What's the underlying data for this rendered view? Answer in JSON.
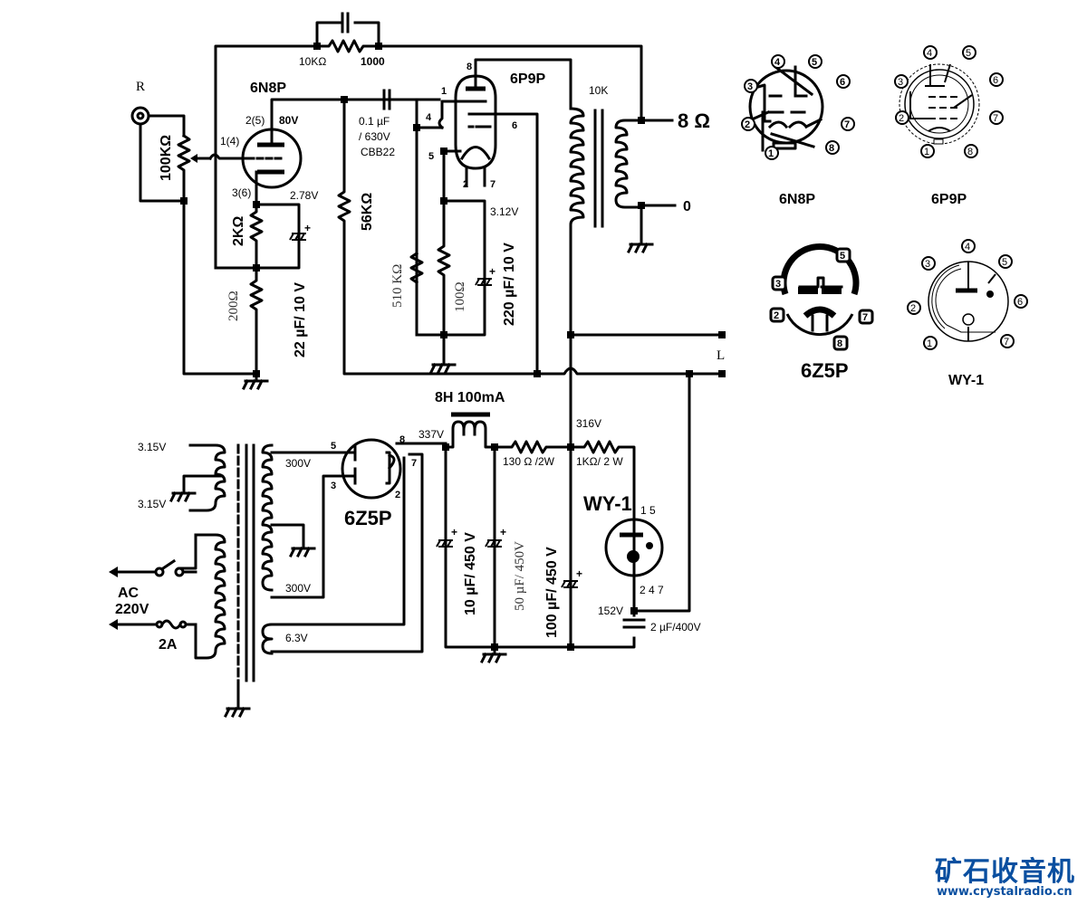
{
  "schematic": {
    "input_label": "R",
    "output_label": "L",
    "tubes": {
      "preamp": {
        "name": "6N8P",
        "pin_plate": "2(5)",
        "pin_grid": "1(4)",
        "pin_cathode": "3(6)",
        "plate_voltage": "80V",
        "cathode_voltage": "2.78V"
      },
      "power": {
        "name": "6P9P",
        "pins": [
          "8",
          "1",
          "4",
          "6",
          "5",
          "2",
          "7"
        ],
        "cathode_voltage": "3.12V"
      },
      "rectifier": {
        "name": "6Z5P",
        "pins": [
          "5",
          "3",
          "8",
          "7",
          "2"
        ]
      },
      "regulator": {
        "name": "WY-1",
        "pins_top": "1 5",
        "pins_bottom": "2 4 7"
      }
    },
    "components": {
      "volume_pot": "100KΩ",
      "fb_resistor": "10KΩ",
      "fb_cap": "1000",
      "pre_cathode_r": "2KΩ",
      "pre_cathode_r2": "200Ω",
      "pre_cathode_c": "22 µF/ 10 V",
      "plate_load": "56KΩ",
      "coupling_cap_value": "0.1 µF",
      "coupling_cap_rating": "/ 630V",
      "coupling_cap_type": "CBB22",
      "grid_leak": "510 KΩ",
      "power_cathode_r": "100Ω",
      "power_cathode_c": "220 µF/ 10 V",
      "output_xfmr": "10K",
      "spk_8ohm": "8 Ω",
      "spk_0": "0",
      "choke": "8H 100mA",
      "rect_out_v": "337V",
      "filter1": "10 µF/ 450 V",
      "filter2": "50 µF/ 450V",
      "filter3": "100 µF/ 450 V",
      "r_130": "130 Ω /2W",
      "r_1k": "1KΩ/ 2 W",
      "b_plus": "316V",
      "reg_v": "152V",
      "reg_cap": "2 µF/400V"
    },
    "power_xfmr": {
      "fil1": "3.15V",
      "fil2": "3.15V",
      "hv1": "300V",
      "hv2": "300V",
      "heater": "6.3V",
      "ac_in": "AC",
      "ac_v": "220V",
      "fuse": "2A"
    },
    "pinouts": [
      {
        "name": "6N8P",
        "pins": [
          "1",
          "2",
          "3",
          "4",
          "5",
          "6",
          "7",
          "8"
        ]
      },
      {
        "name": "6P9P",
        "pins": [
          "1",
          "2",
          "3",
          "4",
          "5",
          "6",
          "7",
          "8"
        ]
      },
      {
        "name": "6Z5P",
        "pins": [
          "2",
          "3",
          "5",
          "7",
          "8"
        ]
      },
      {
        "name": "WY-1",
        "pins": [
          "1",
          "2",
          "3",
          "4",
          "5",
          "6",
          "7"
        ]
      }
    ]
  },
  "watermark": {
    "cn": "矿石收音机",
    "url": "www.crystalradio.cn",
    "color": "#0a4fa0"
  }
}
